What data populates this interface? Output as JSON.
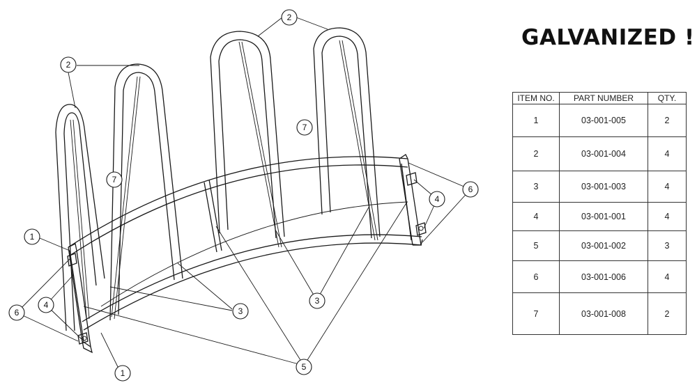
{
  "heading": "GALVANIZED !",
  "bom": {
    "headers": [
      "ITEM NO.",
      "PART NUMBER",
      "QTY."
    ],
    "rows": [
      [
        "1",
        "03-001-005",
        "2"
      ],
      [
        "2",
        "03-001-004",
        "4"
      ],
      [
        "3",
        "03-001-003",
        "4"
      ],
      [
        "4",
        "03-001-001",
        "4"
      ],
      [
        "5",
        "03-001-002",
        "3"
      ],
      [
        "6",
        "03-001-006",
        "4"
      ],
      [
        "7",
        "03-001-008",
        "2"
      ]
    ]
  },
  "callouts": [
    "1",
    "1",
    "2",
    "2",
    "3",
    "3",
    "4",
    "4",
    "5",
    "6",
    "6",
    "7",
    "7"
  ]
}
